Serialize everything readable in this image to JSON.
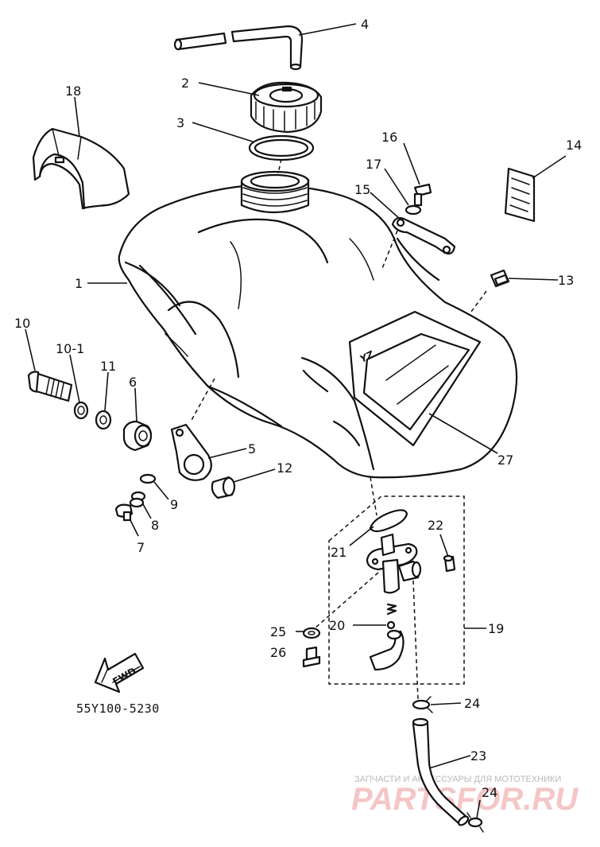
{
  "diagram_code": "55Y100-5230",
  "fwd_label": "FWD",
  "watermark": {
    "caption": "ЗАПЧАСТИ И АКСЕССУАРЫ ДЛЯ МОТОТЕХНИКИ",
    "site": "PARTSFOR.RU"
  },
  "tank_logo": "YZ",
  "part_numbers": {
    "p1": "1",
    "p2": "2",
    "p3": "3",
    "p4": "4",
    "p5": "5",
    "p6": "6",
    "p7": "7",
    "p8": "8",
    "p9": "9",
    "p10": "10",
    "p10_1": "10-1",
    "p11": "11",
    "p12": "12",
    "p13": "13",
    "p14": "14",
    "p15": "15",
    "p16": "16",
    "p17": "17",
    "p18": "18",
    "p19": "19",
    "p20": "20",
    "p21": "21",
    "p22": "22",
    "p23": "23",
    "p24a": "24",
    "p24b": "24",
    "p25": "25",
    "p26": "26",
    "p27": "27"
  }
}
